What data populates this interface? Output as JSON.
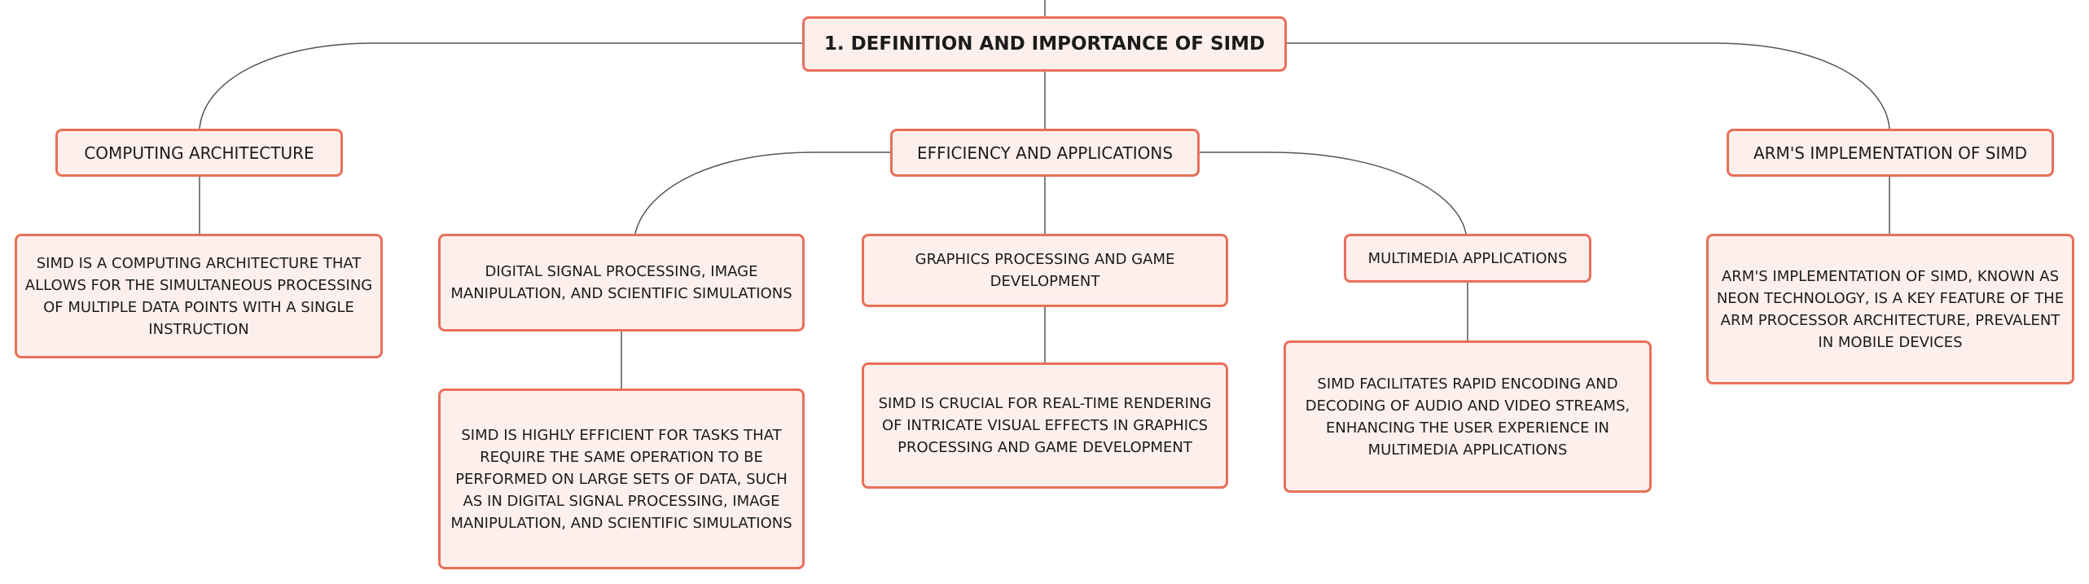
{
  "colors": {
    "accent": "#e8705a",
    "node_fill": "#fdf0ec",
    "line": "#555555"
  },
  "root": {
    "label": "1. DEFINITION AND IMPORTANCE OF SIMD"
  },
  "branches": {
    "computing": {
      "label": "COMPUTING ARCHITECTURE",
      "detail": "SIMD IS A COMPUTING ARCHITECTURE THAT ALLOWS FOR THE SIMULTANEOUS PROCESSING OF MULTIPLE DATA POINTS WITH A SINGLE INSTRUCTION"
    },
    "efficiency": {
      "label": "EFFICIENCY AND APPLICATIONS",
      "children": {
        "dsp": {
          "label": "DIGITAL SIGNAL PROCESSING, IMAGE MANIPULATION, AND SCIENTIFIC SIMULATIONS",
          "detail": "SIMD IS HIGHLY EFFICIENT FOR TASKS THAT REQUIRE THE SAME OPERATION TO BE PERFORMED ON LARGE SETS OF DATA, SUCH AS IN DIGITAL SIGNAL PROCESSING, IMAGE MANIPULATION, AND SCIENTIFIC SIMULATIONS"
        },
        "graphics": {
          "label": "GRAPHICS PROCESSING AND GAME DEVELOPMENT",
          "detail": "SIMD IS CRUCIAL FOR REAL-TIME RENDERING OF INTRICATE VISUAL EFFECTS IN GRAPHICS PROCESSING AND GAME DEVELOPMENT"
        },
        "multimedia": {
          "label": "MULTIMEDIA APPLICATIONS",
          "detail": "SIMD FACILITATES RAPID ENCODING AND DECODING OF AUDIO AND VIDEO STREAMS, ENHANCING THE USER EXPERIENCE IN MULTIMEDIA APPLICATIONS"
        }
      }
    },
    "arm": {
      "label": "ARM'S IMPLEMENTATION OF SIMD",
      "detail": "ARM'S IMPLEMENTATION OF SIMD, KNOWN AS NEON TECHNOLOGY, IS A KEY FEATURE OF THE ARM PROCESSOR ARCHITECTURE, PREVALENT IN MOBILE DEVICES"
    }
  }
}
